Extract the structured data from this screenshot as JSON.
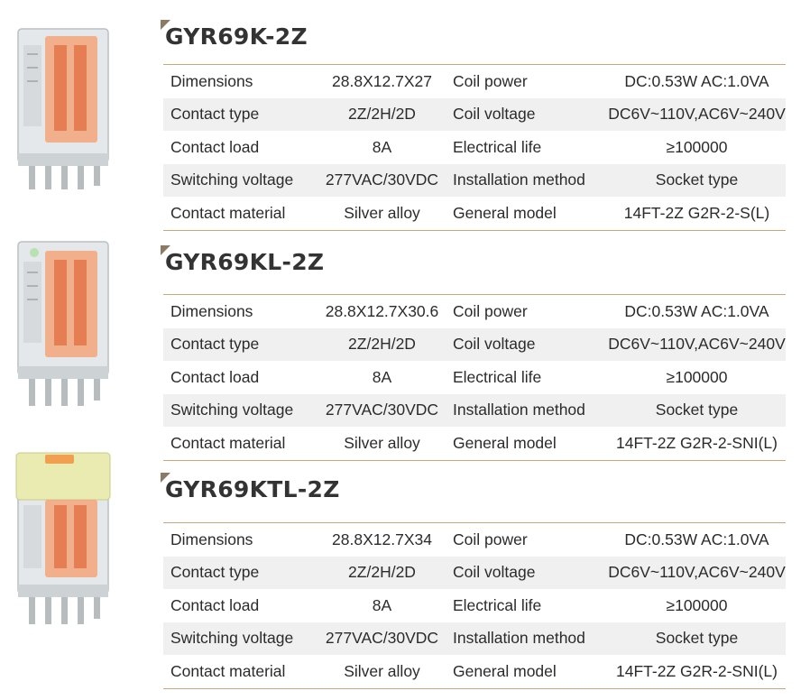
{
  "products": [
    {
      "model": "GYR69K-2Z",
      "specs": [
        {
          "k1": "Dimensions",
          "v1": "28.8X12.7X27",
          "k2": "Coil power",
          "v2": "DC:0.53W  AC:1.0VA"
        },
        {
          "k1": "Contact type",
          "v1": "2Z/2H/2D",
          "k2": "Coil voltage",
          "v2": "DC6V~110V,AC6V~240V"
        },
        {
          "k1": "Contact load",
          "v1": "8A",
          "k2": "Electrical life",
          "v2": "≥100000"
        },
        {
          "k1": "Switching voltage",
          "v1": "277VAC/30VDC",
          "k2": "Installation method",
          "v2": "Socket type"
        },
        {
          "k1": "Contact material",
          "v1": "Silver alloy",
          "k2": "General model",
          "v2": "14FT-2Z  G2R-2-S(L)"
        }
      ]
    },
    {
      "model": "GYR69KL-2Z",
      "specs": [
        {
          "k1": "Dimensions",
          "v1": "28.8X12.7X30.6",
          "k2": "Coil power",
          "v2": "DC:0.53W  AC:1.0VA"
        },
        {
          "k1": "Contact type",
          "v1": "2Z/2H/2D",
          "k2": "Coil voltage",
          "v2": "DC6V~110V,AC6V~240V"
        },
        {
          "k1": "Contact load",
          "v1": "8A",
          "k2": "Electrical life",
          "v2": "≥100000"
        },
        {
          "k1": "Switching voltage",
          "v1": "277VAC/30VDC",
          "k2": "Installation method",
          "v2": "Socket type"
        },
        {
          "k1": "Contact material",
          "v1": "Silver alloy",
          "k2": "General model",
          "v2": "14FT-2Z  G2R-2-SNI(L)"
        }
      ]
    },
    {
      "model": "GYR69KTL-2Z",
      "specs": [
        {
          "k1": "Dimensions",
          "v1": "28.8X12.7X34",
          "k2": "Coil power",
          "v2": "DC:0.53W  AC:1.0VA"
        },
        {
          "k1": "Contact type",
          "v1": "2Z/2H/2D",
          "k2": "Coil voltage",
          "v2": "DC6V~110V,AC6V~240V"
        },
        {
          "k1": "Contact load",
          "v1": "8A",
          "k2": "Electrical life",
          "v2": "≥100000"
        },
        {
          "k1": "Switching voltage",
          "v1": "277VAC/30VDC",
          "k2": "Installation method",
          "v2": "Socket type"
        },
        {
          "k1": "Contact material",
          "v1": "Silver alloy",
          "k2": "General model",
          "v2": "14FT-2Z  G2R-2-SNI(L)"
        }
      ]
    }
  ],
  "colors": {
    "rule": "#c8a87a",
    "stripe": "#f0f0f0",
    "relay_orange": "#f08a55",
    "relay_yellow_cap": "#e9ebb0"
  }
}
